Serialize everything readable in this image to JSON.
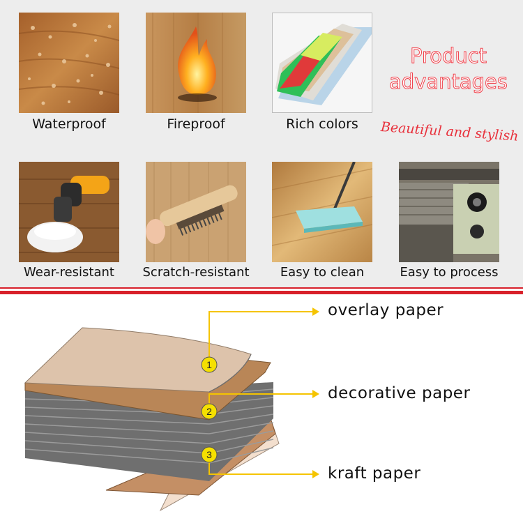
{
  "features": [
    {
      "label": "Waterproof"
    },
    {
      "label": "Fireproof"
    },
    {
      "label": "Rich colors"
    },
    {
      "label": "Wear-resistant"
    },
    {
      "label": "Scratch-resistant"
    },
    {
      "label": "Easy to clean"
    },
    {
      "label": "Easy to process"
    }
  ],
  "advantages": {
    "title_line1": "Product",
    "title_line2": "advantages",
    "slogan": "Beautiful and stylish"
  },
  "layers": [
    {
      "number": "1",
      "label": "overlay paper"
    },
    {
      "number": "2",
      "label": "decorative paper"
    },
    {
      "number": "3",
      "label": "kraft paper"
    }
  ],
  "colors": {
    "accent_red": "#d8202a",
    "callout_yellow": "#f5c400",
    "wood": "#b8773a",
    "overlay_paper": "#ddc3ab",
    "decorative_paper": "#b98657",
    "kraft_paper": "#c48f65",
    "stack_grey": "#6f6f6f"
  },
  "icons": [
    "water-drops-wood",
    "flame",
    "color-swatches",
    "polisher",
    "wire-brush",
    "flat-mop",
    "factory-machine"
  ]
}
